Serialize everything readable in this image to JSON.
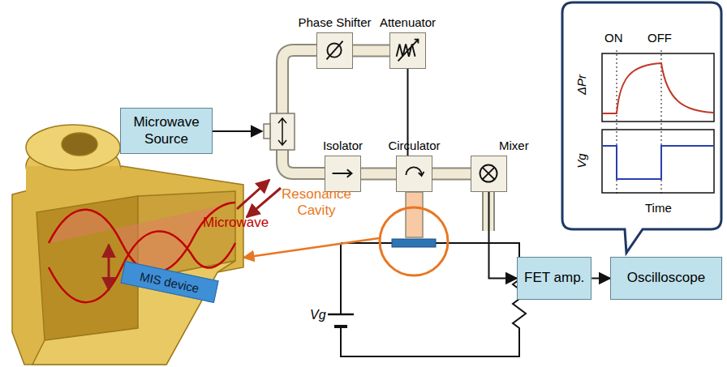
{
  "diagram": {
    "nodes": [
      {
        "text": [
          "Microwave Source"
        ]
      },
      {
        "text": [
          "Phase Shifter"
        ]
      },
      {
        "text": [
          "Attenuator"
        ]
      },
      {
        "text": [
          "Isolator"
        ]
      },
      {
        "text": [
          "Circulator"
        ]
      },
      {
        "text": [
          "Mixer"
        ]
      },
      {
        "text": [
          "FET amp."
        ]
      },
      {
        "text": [
          "Oscilloscope"
        ]
      },
      {
        "text": [
          "MIS device"
        ]
      }
    ],
    "edges": [
      {
        "from": 1,
        "to": 2,
        "arrow": "none"
      },
      {
        "from": 2,
        "to": 5,
        "arrow": "none"
      },
      {
        "from": 3,
        "to": 4,
        "arrow": "none"
      },
      {
        "from": 4,
        "to": 5,
        "arrow": "none"
      },
      {
        "from": 5,
        "to": 6,
        "arrow": "to"
      },
      {
        "from": 6,
        "to": 7,
        "arrow": "to"
      }
    ],
    "labels": [
      "Resonance Cavity",
      "Microwave",
      "Vg",
      "ON",
      "OFF",
      "ΔPr",
      "Vg",
      "Time"
    ]
  }
}
